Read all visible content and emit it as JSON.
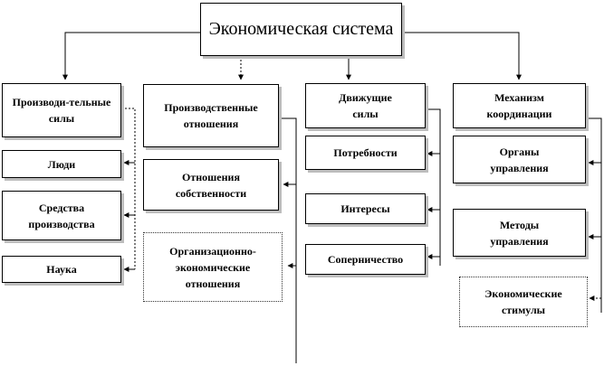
{
  "root": "Экономическая система",
  "columns": [
    {
      "header": "Производи-тельные силы",
      "items": [
        "Люди",
        "Средства производства",
        "Наука"
      ]
    },
    {
      "header": "Производственные отношения",
      "items": [
        "Отношения собственности",
        "Организационно-экономические отношения"
      ]
    },
    {
      "header": "Движущие силы",
      "items": [
        "Потребности",
        "Интересы",
        "Соперничество"
      ]
    },
    {
      "header": "Механизм координации",
      "items": [
        "Органы управления",
        "Методы управления",
        "Экономические стимулы"
      ]
    }
  ]
}
